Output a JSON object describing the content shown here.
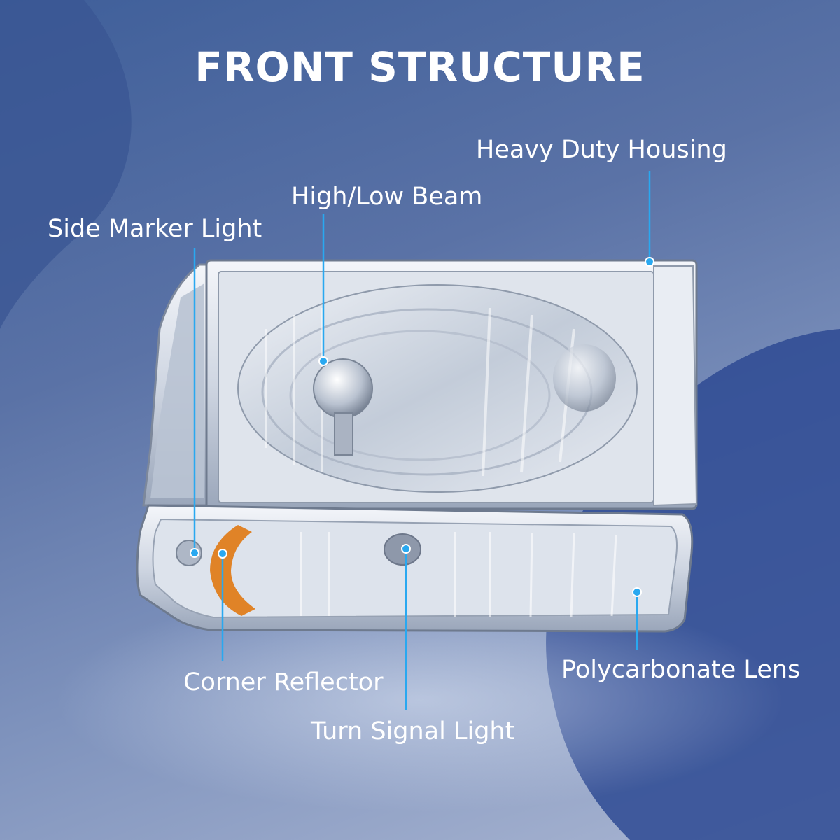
{
  "title": "FRONT STRUCTURE",
  "callouts": {
    "heavy_duty_housing": "Heavy Duty Housing",
    "high_low_beam": "High/Low Beam",
    "side_marker_light": "Side Marker Light",
    "corner_reflector": "Corner Reflector",
    "turn_signal_light": "Turn Signal Light",
    "polycarbonate_lens": "Polycarbonate Lens"
  },
  "colors": {
    "background": "#4f6aa3",
    "accent_line": "#29a8f0",
    "text": "#ffffff",
    "amber_reflector": "#e07b16"
  }
}
